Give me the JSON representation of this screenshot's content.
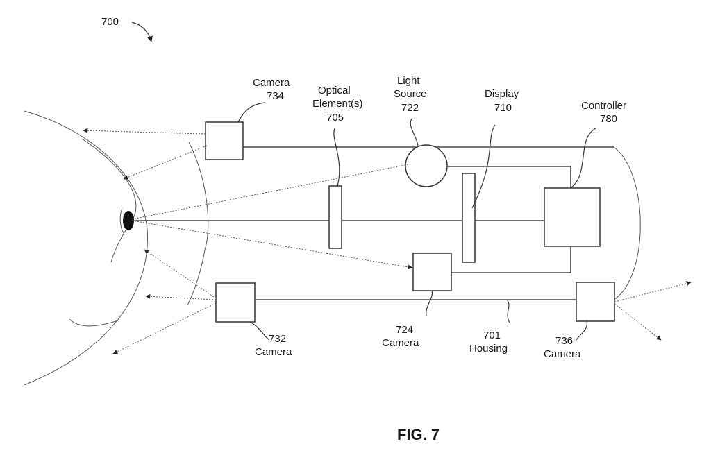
{
  "figure": {
    "ref_number": "700",
    "caption": "FIG. 7"
  },
  "components": {
    "camera_734": {
      "name": "Camera",
      "number": "734"
    },
    "optical_element": {
      "name_line1": "Optical",
      "name_line2": "Element(s)",
      "number": "705"
    },
    "light_source": {
      "name_line1": "Light",
      "name_line2": "Source",
      "number": "722"
    },
    "display": {
      "name": "Display",
      "number": "710"
    },
    "controller": {
      "name": "Controller",
      "number": "780"
    },
    "camera_732": {
      "number": "732",
      "name": "Camera"
    },
    "camera_724": {
      "number": "724",
      "name": "Camera"
    },
    "housing": {
      "number": "701",
      "name": "Housing"
    },
    "camera_736": {
      "number": "736",
      "name": "Camera"
    }
  }
}
